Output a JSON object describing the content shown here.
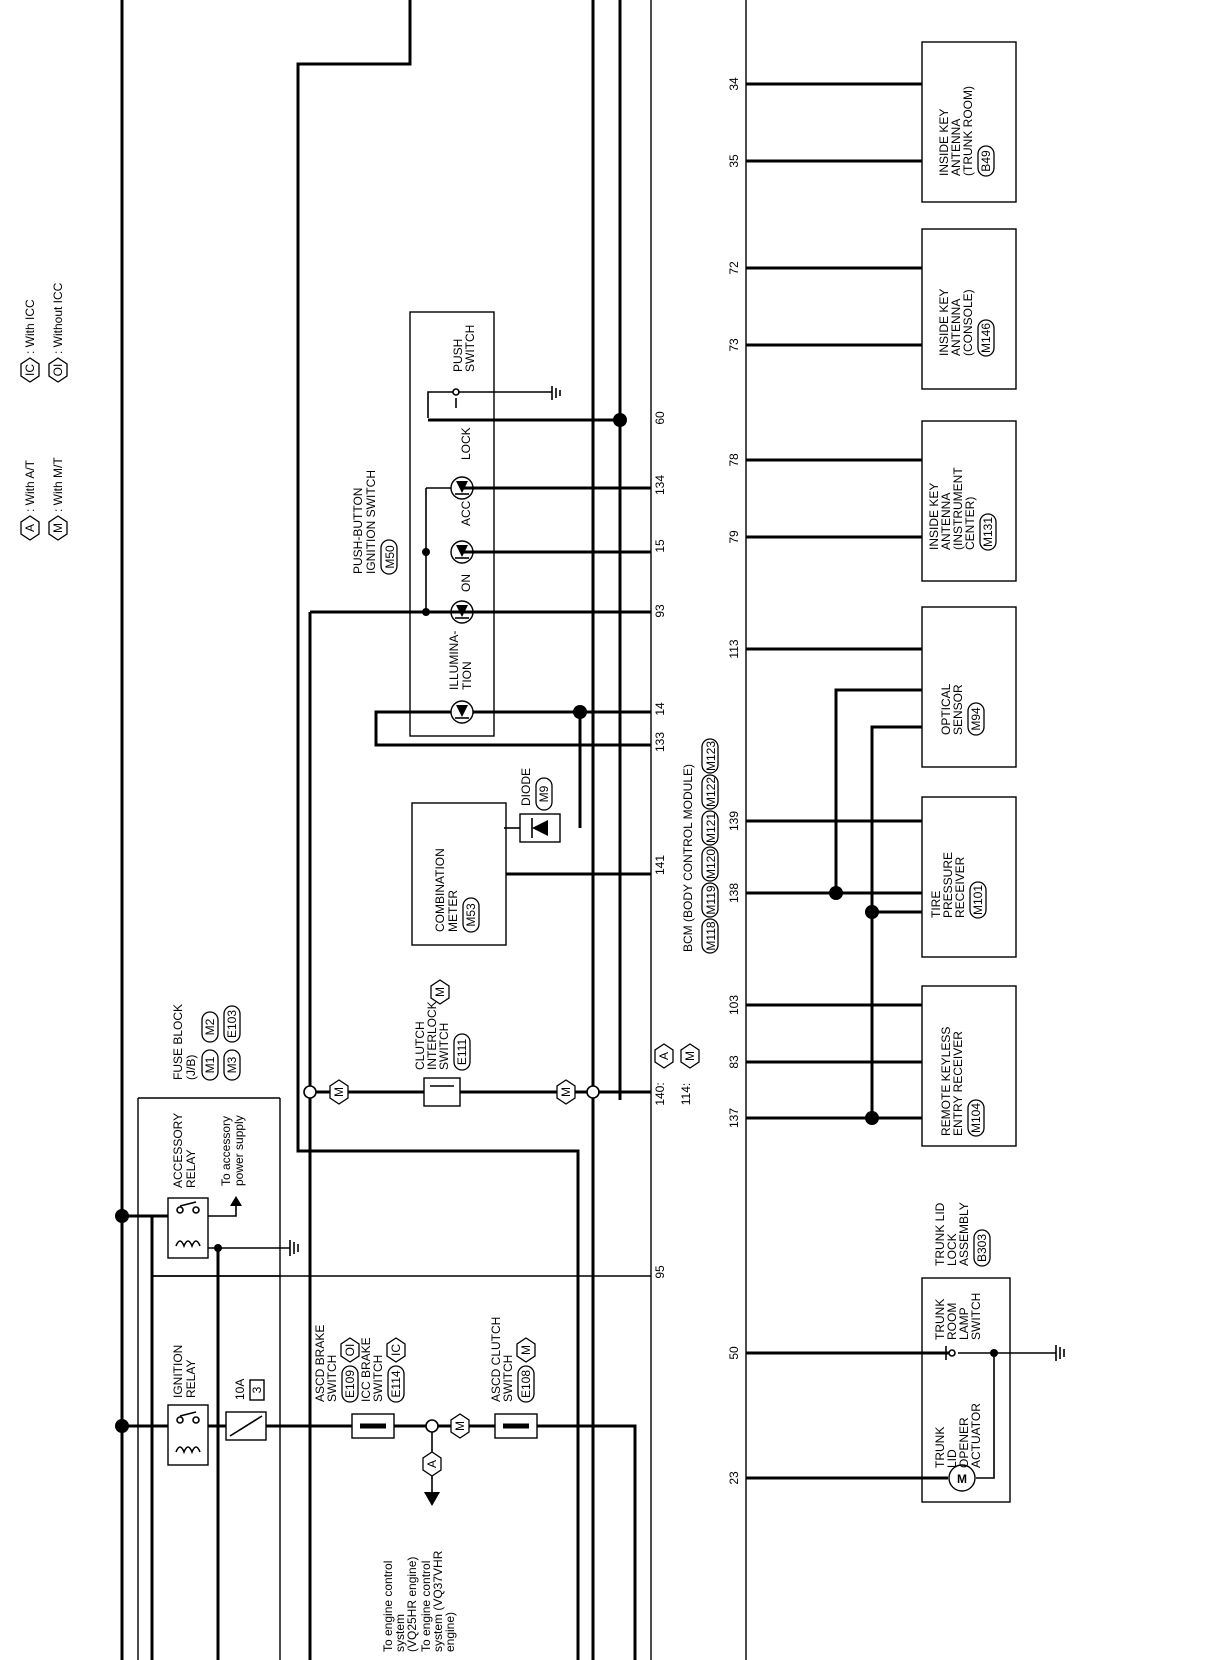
{
  "legend": {
    "a_code": "A",
    "a_text": ": With A/T",
    "m_code": "M",
    "m_text": ": With M/T",
    "ic_code": "IC",
    "ic_text": ": With ICC",
    "oi_code": "OI",
    "oi_text": ": Without ICC"
  },
  "bcm": {
    "title": "BCM (BODY CONTROL MODULE)",
    "connectors": [
      "M118",
      "M119",
      "M120",
      "M121",
      "M122",
      "M123"
    ]
  },
  "pins_left": {
    "p60": "60",
    "p134": "134",
    "p15": "15",
    "p93": "93",
    "p14": "14",
    "p133": "133",
    "p141": "141",
    "p140": "140:",
    "p114": "114:",
    "p95": "95"
  },
  "pins_right": {
    "p34": "34",
    "p35": "35",
    "p72": "72",
    "p73": "73",
    "p78": "78",
    "p79": "79",
    "p113": "113",
    "p139": "139",
    "p138": "138",
    "p103": "103",
    "p83": "83",
    "p137": "137",
    "p50": "50",
    "p23": "23"
  },
  "push_button": {
    "title1": "PUSH-BUTTON",
    "title2": "IGNITION SWITCH",
    "connector": "M50",
    "push1": "PUSH",
    "push2": "SWITCH",
    "lock": "LOCK",
    "acc": "ACC",
    "on": "ON",
    "illum1": "ILLUMINA-",
    "illum2": "TION"
  },
  "diode": {
    "label": "DIODE",
    "connector": "M9"
  },
  "combination_meter": {
    "line1": "COMBINATION",
    "line2": "METER",
    "connector": "M53"
  },
  "clutch_interlock": {
    "line1": "CLUTCH",
    "line2": "INTERLOCK",
    "line3": "SWITCH",
    "connector": "E111",
    "cond": "M"
  },
  "fuse_block": {
    "line1": "FUSE BLOCK",
    "line2": "(J/B)",
    "connectors": [
      "M1",
      "M2",
      "M3",
      "E103"
    ]
  },
  "accessory_relay": {
    "line1": "ACCESSORY",
    "line2": "RELAY",
    "note1": "To accessory",
    "note2": "power supply"
  },
  "ignition_relay": {
    "line1": "IGNITION",
    "line2": "RELAY"
  },
  "fuse": {
    "rating": "10A",
    "number": "3"
  },
  "ascd_brake": {
    "line1": "ASCD BRAKE",
    "line2": "SWITCH",
    "connector": "E109",
    "cond": "OI"
  },
  "icc_brake": {
    "line1": "ICC BRAKE",
    "line2": "SWITCH",
    "connector": "E114",
    "cond": "IC"
  },
  "ascd_clutch": {
    "line1": "ASCD CLUTCH",
    "line2": "SWITCH",
    "connector": "E108",
    "cond": "M"
  },
  "engine_note": {
    "l1": "To engine control",
    "l2": "system",
    "l3": "(VQ25HR engine)",
    "l4": "To engine control",
    "l5": "system (VQ37VHR",
    "l6": "engine)"
  },
  "inside_key_trunk": {
    "l1": "INSIDE KEY",
    "l2": "ANTENNA",
    "l3": "(TRUNK ROOM)",
    "connector": "B49"
  },
  "inside_key_console": {
    "l1": "INSIDE KEY",
    "l2": "ANTENNA",
    "l3": "(CONSOLE)",
    "connector": "M146"
  },
  "inside_key_instr": {
    "l1": "INSIDE KEY",
    "l2": "ANTENNA",
    "l3": "(INSTRUMENT",
    "l4": "CENTER)",
    "connector": "M131"
  },
  "optical_sensor": {
    "l1": "OPTICAL",
    "l2": "SENSOR",
    "connector": "M94"
  },
  "tire_pressure": {
    "l1": "TIRE",
    "l2": "PRESSURE",
    "l3": "RECEIVER",
    "connector": "M101"
  },
  "remote_keyless": {
    "l1": "REMOTE KEYLESS",
    "l2": "ENTRY RECEIVER",
    "connector": "M104"
  },
  "trunk_lid_lock": {
    "l1": "TRUNK LID",
    "l2": "LOCK",
    "l3": "ASSEMBLY",
    "connector": "B303"
  },
  "trunk_room_lamp": {
    "l1": "TRUNK",
    "l2": "ROOM",
    "l3": "LAMP",
    "l4": "SWITCH"
  },
  "trunk_opener": {
    "l1": "TRUNK",
    "l2": "LID",
    "l3": "OPENER",
    "l4": "ACTUATOR",
    "motor": "M"
  },
  "cond_tags": {
    "a": "A",
    "m": "M"
  }
}
